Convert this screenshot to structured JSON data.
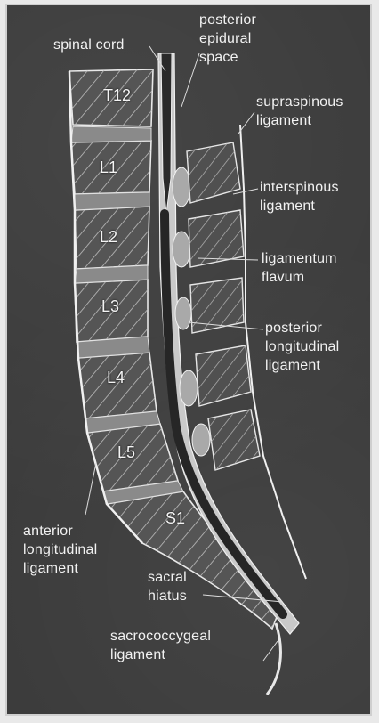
{
  "vertebrae": [
    "T12",
    "L1",
    "L2",
    "L3",
    "L4",
    "L5",
    "S1"
  ],
  "labels": {
    "spinal_cord": "spinal cord",
    "posterior_epidural_space": [
      "posterior",
      "epidural",
      "space"
    ],
    "supraspinous_ligament": [
      "supraspinous",
      "ligament"
    ],
    "interspinous_ligament": [
      "interspinous",
      "ligament"
    ],
    "ligamentum_flavum": [
      "ligamentum",
      "flavum"
    ],
    "posterior_longitudinal_ligament": [
      "posterior",
      "longitudinal",
      "ligament"
    ],
    "anterior_longitudinal_ligament": [
      "anterior",
      "longitudinal",
      "ligament"
    ],
    "sacral_hiatus": [
      "sacral",
      "hiatus"
    ],
    "sacrococcygeal_ligament": [
      "sacrococcygeal",
      "ligament"
    ]
  }
}
